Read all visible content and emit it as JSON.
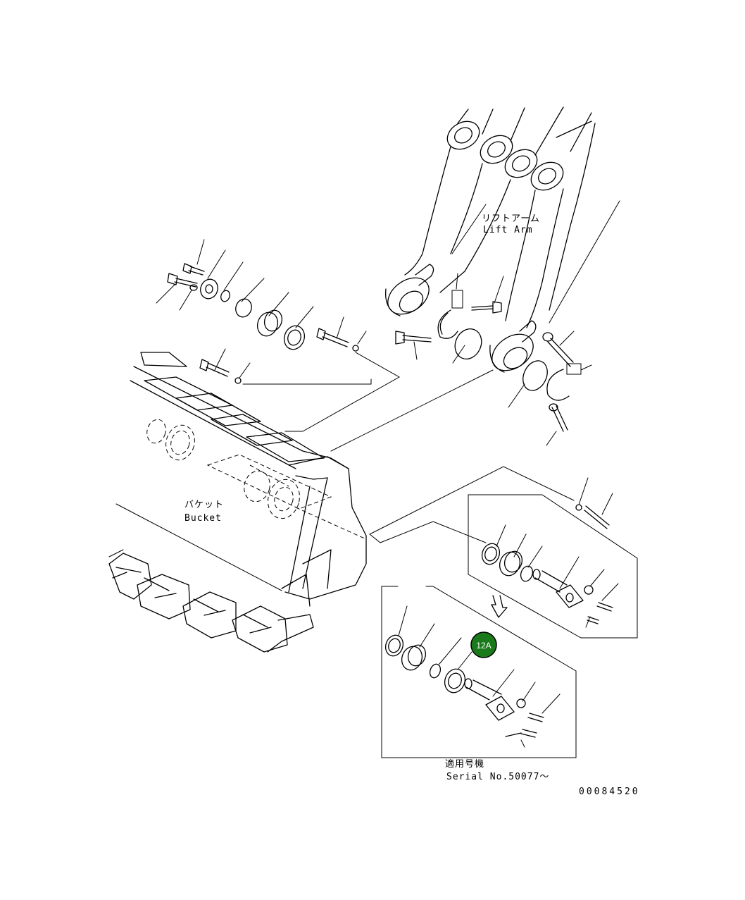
{
  "labels": {
    "lift_arm_jp": "リフトアーム",
    "lift_arm_en": "Lift Arm",
    "bucket_jp": "バケット",
    "bucket_en": "Bucket",
    "serial_jp": "適用号機",
    "serial_en": "Serial No.50077～",
    "drawing_no": "00084520"
  },
  "callout": {
    "text": "12A",
    "color": "#1a7a1a"
  }
}
